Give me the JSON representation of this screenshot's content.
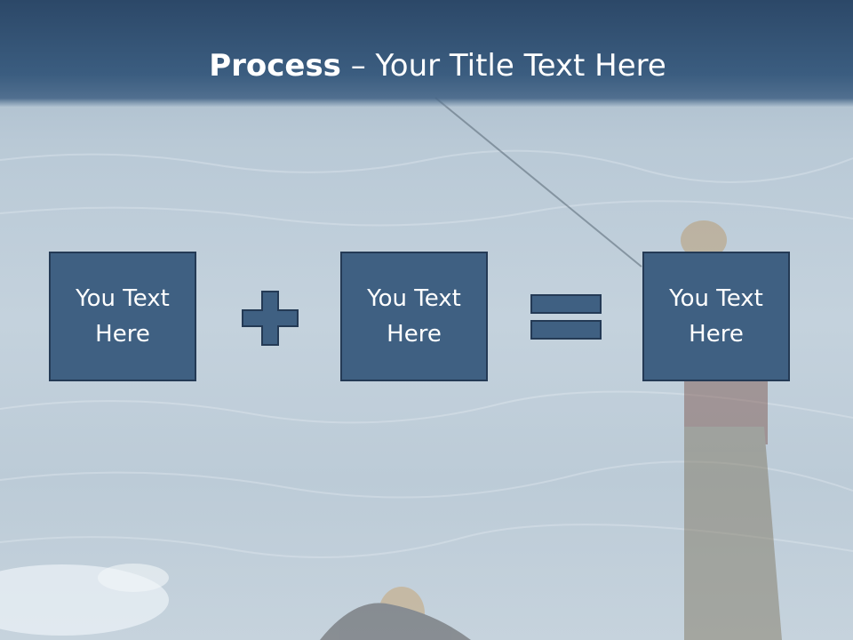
{
  "title": {
    "bold": "Process",
    "rest": " – Your Title Text Here"
  },
  "boxes": [
    {
      "text": "You Text Here"
    },
    {
      "text": "You Text Here"
    },
    {
      "text": "You Text Here"
    }
  ],
  "operators": [
    "plus-icon",
    "equals-icon"
  ],
  "colors": {
    "header": "#2c4868",
    "box_fill": "#3f6082",
    "box_border": "#243a55",
    "text": "#ffffff"
  }
}
